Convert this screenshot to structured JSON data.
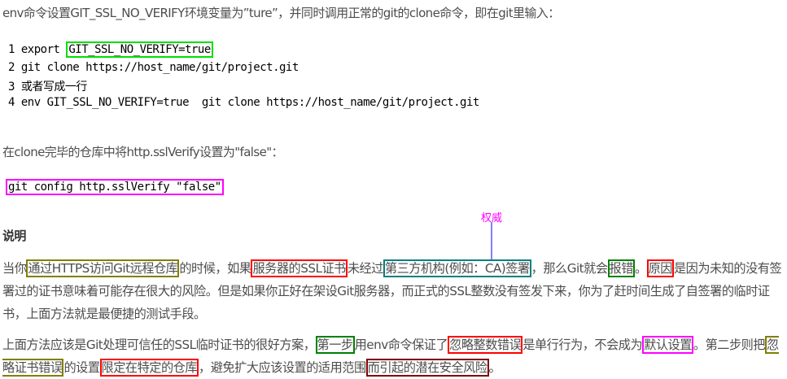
{
  "intro1": "env命令设置GIT_SSL_NO_VERIFY环境变量为”ture”，并同时调用正常的git的clone命令，即在git里输入：",
  "code_lines": [
    {
      "num": "1",
      "pre": "export ",
      "boxed": "GIT_SSL_NO_VERIFY=true"
    },
    {
      "num": "2",
      "pre": "git clone https://host_name/git/project.git",
      "boxed": ""
    },
    {
      "num": "3",
      "pre": "或者写成一行",
      "boxed": ""
    },
    {
      "num": "4",
      "pre": "env GIT_SSL_NO_VERIFY=true  git clone https://host_name/git/project.git",
      "boxed": ""
    }
  ],
  "intro2": "在clone完毕的仓库中将http.sslVerify设置为\"false\"：",
  "config_cmd": "git config http.sslVerify \"false\"",
  "heading": "说明",
  "annotation": "权威",
  "colors": {
    "green_bright": "#00e000",
    "magenta": "#ff00ff",
    "olive": "#808000",
    "red": "#ff0000",
    "teal": "#008080",
    "green": "#008000",
    "dark_red": "#800000",
    "annotation_line": "#8080ff"
  },
  "para1": [
    {
      "t": "当你"
    },
    {
      "t": "通过HTTPS访问Git远程仓库",
      "c": "#808000"
    },
    {
      "t": "的时候，如果"
    },
    {
      "t": "服务器的SSL证书",
      "c": "#ff0000"
    },
    {
      "t": "未经过"
    },
    {
      "t": "第三方机构(例如：CA)签署",
      "c": "#008080"
    },
    {
      "t": "，那么Git就会"
    },
    {
      "t": "报错",
      "c": "#008000"
    },
    {
      "t": "。"
    },
    {
      "t": "原因",
      "c": "#ff0000"
    },
    {
      "t": "是因为未知的没有签署过的证书意味着可能存在很大的风险。但是如果你正好在架设Git服务器，而正式的SSL整数没有签发下来，你为了赶时间生成了自签署的临时证书，上面方法就是最便捷的测试手段。"
    }
  ],
  "para2": [
    {
      "t": "上面方法应该是Git处理可信任的SSL临时证书的很好方案，"
    },
    {
      "t": "第一步",
      "c": "#008000"
    },
    {
      "t": "用env命令保证了"
    },
    {
      "t": "忽略整数错误",
      "c": "#ff0000"
    },
    {
      "t": "是单行行为，不会成为"
    },
    {
      "t": "默认设置",
      "c": "#ff00ff"
    },
    {
      "t": "。第二步则把"
    },
    {
      "t": "忽略证书错误",
      "c": "#808000"
    },
    {
      "t": "的设置"
    },
    {
      "t": "限定在特定的仓库",
      "c": "#ff0000"
    },
    {
      "t": "，避免扩大应该设置的适用范围"
    },
    {
      "t": "而引起的潜在安全风险",
      "c": "#800000"
    },
    {
      "t": "。"
    }
  ]
}
